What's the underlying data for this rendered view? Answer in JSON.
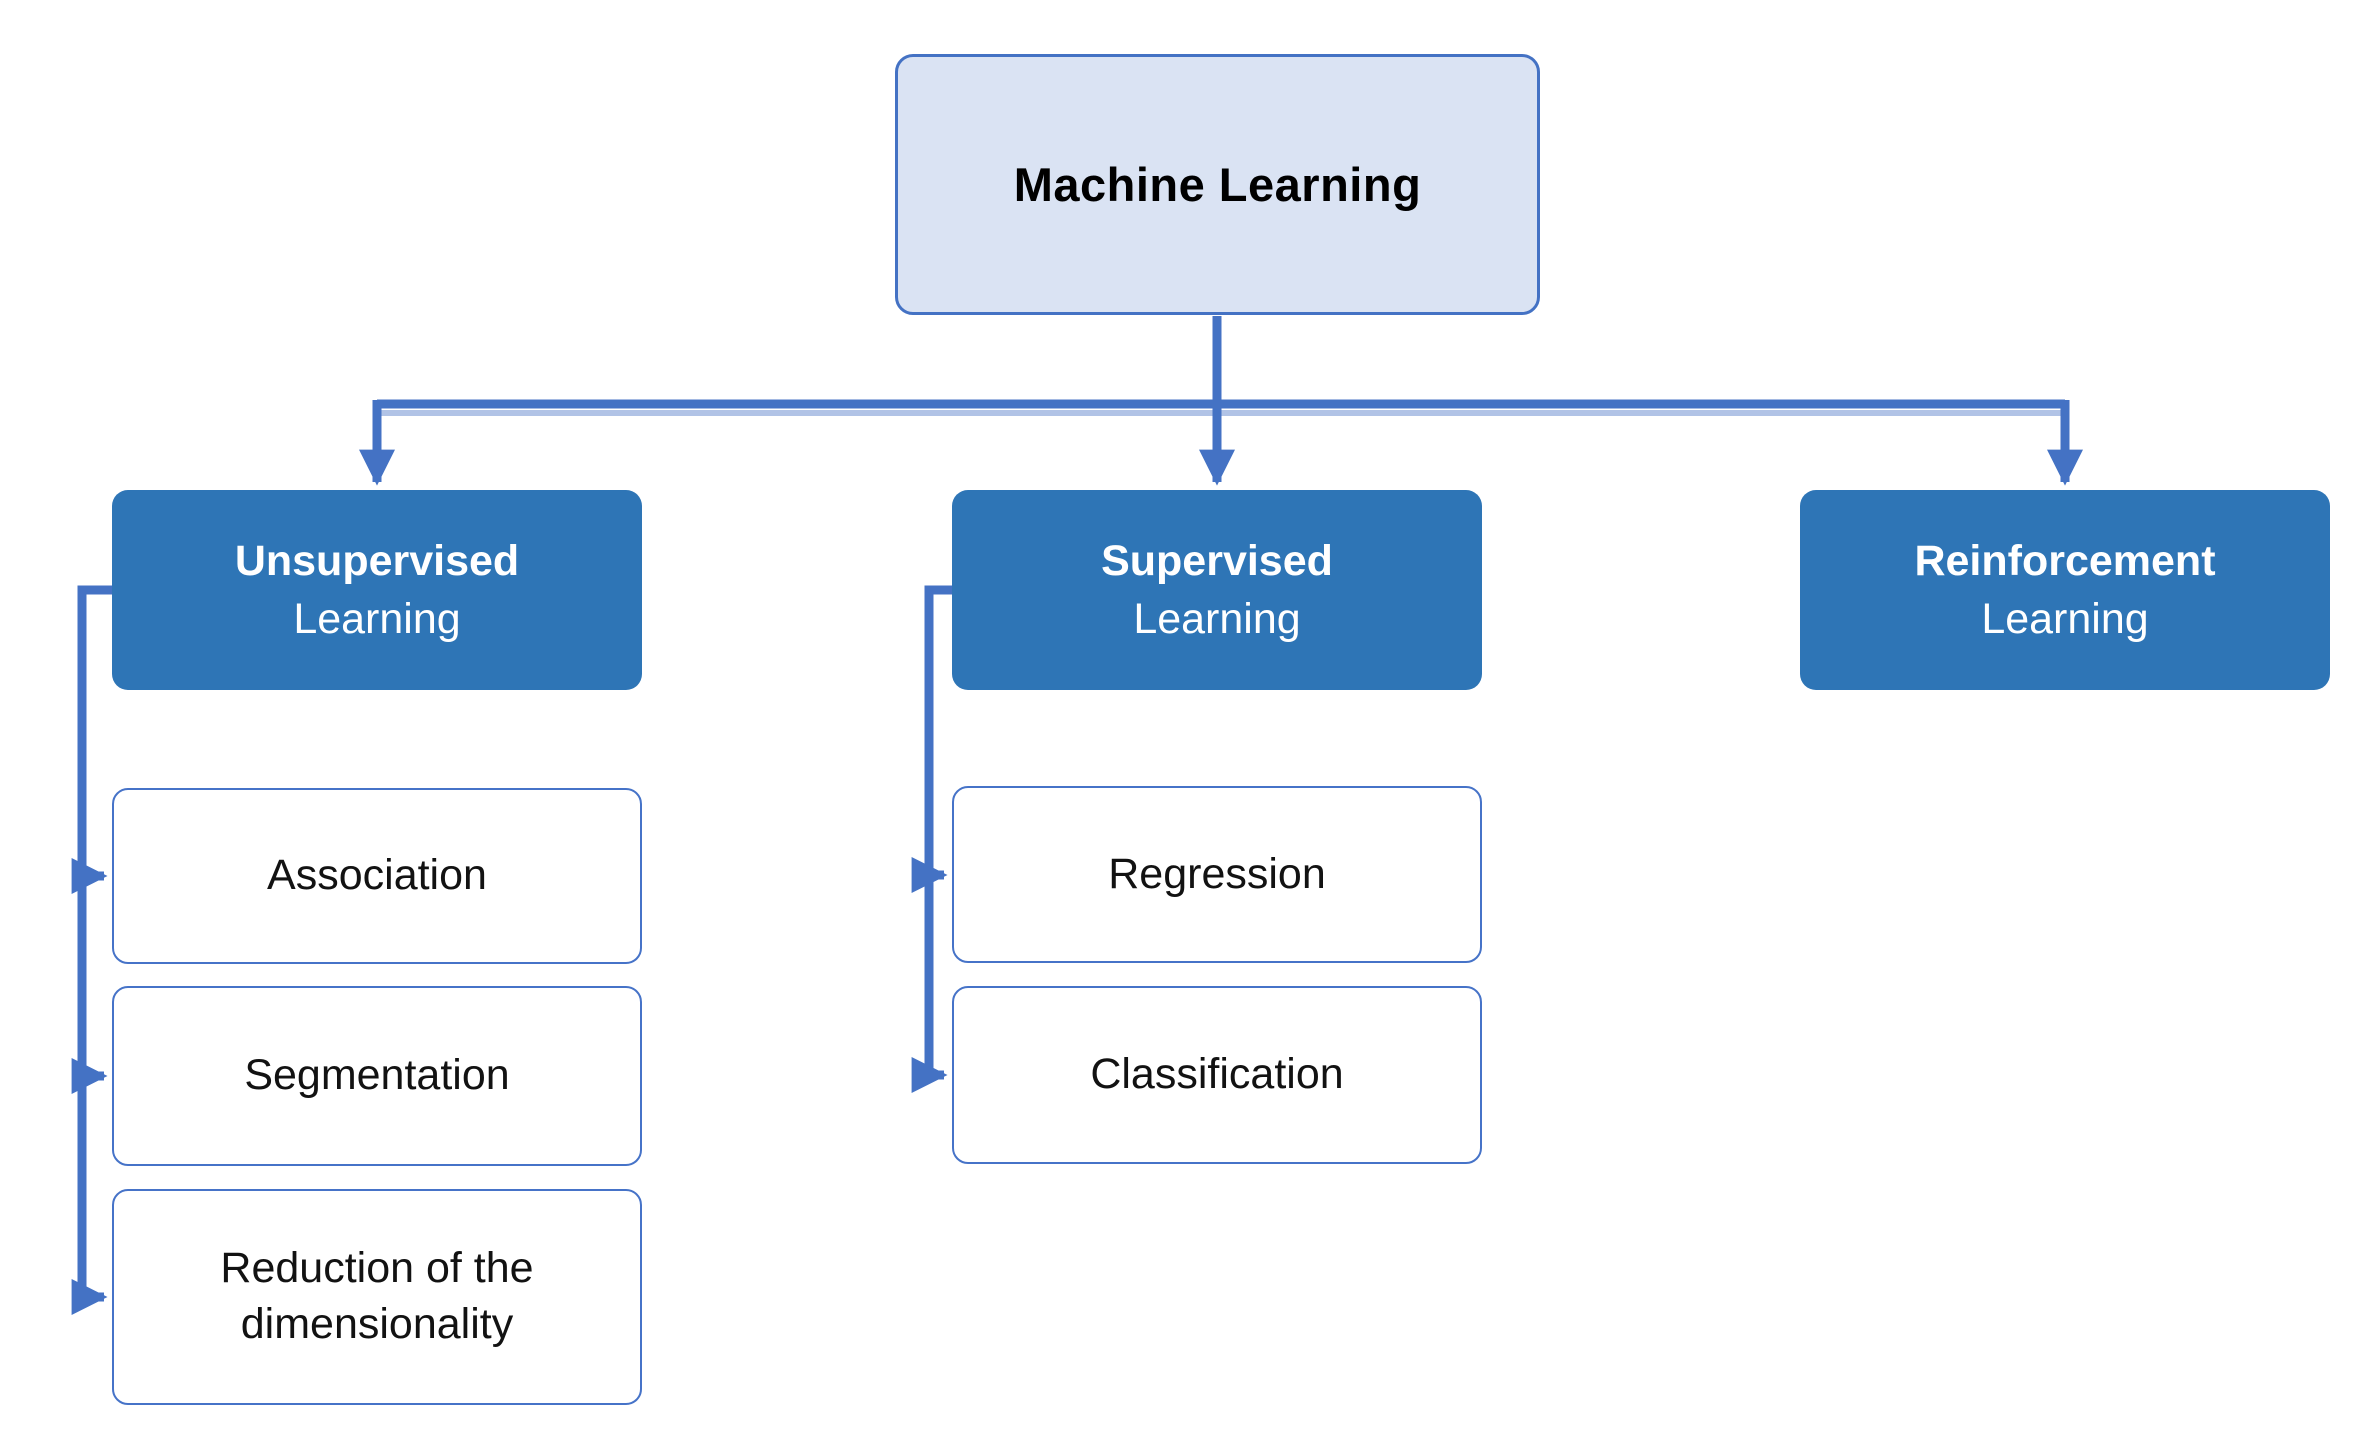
{
  "diagram": {
    "root": {
      "title": "Machine Learning"
    },
    "branches": [
      {
        "title_line1": "Unsupervised",
        "title_line2": "Learning",
        "children": [
          "Association",
          "Segmentation",
          "Reduction of the dimensionality"
        ]
      },
      {
        "title_line1": "Supervised",
        "title_line2": "Learning",
        "children": [
          "Regression",
          "Classification"
        ]
      },
      {
        "title_line1": "Reinforcement",
        "title_line2": "Learning",
        "children": []
      }
    ],
    "colors": {
      "background": "#ffffff",
      "root_fill": "#dae3f3",
      "root_border": "#4472c4",
      "root_text": "#000000",
      "branch_fill": "#2e75b6",
      "branch_text": "#ffffff",
      "leaf_fill": "#ffffff",
      "leaf_border": "#4673c8",
      "leaf_text": "#121212",
      "connector": "#4472c4"
    }
  }
}
